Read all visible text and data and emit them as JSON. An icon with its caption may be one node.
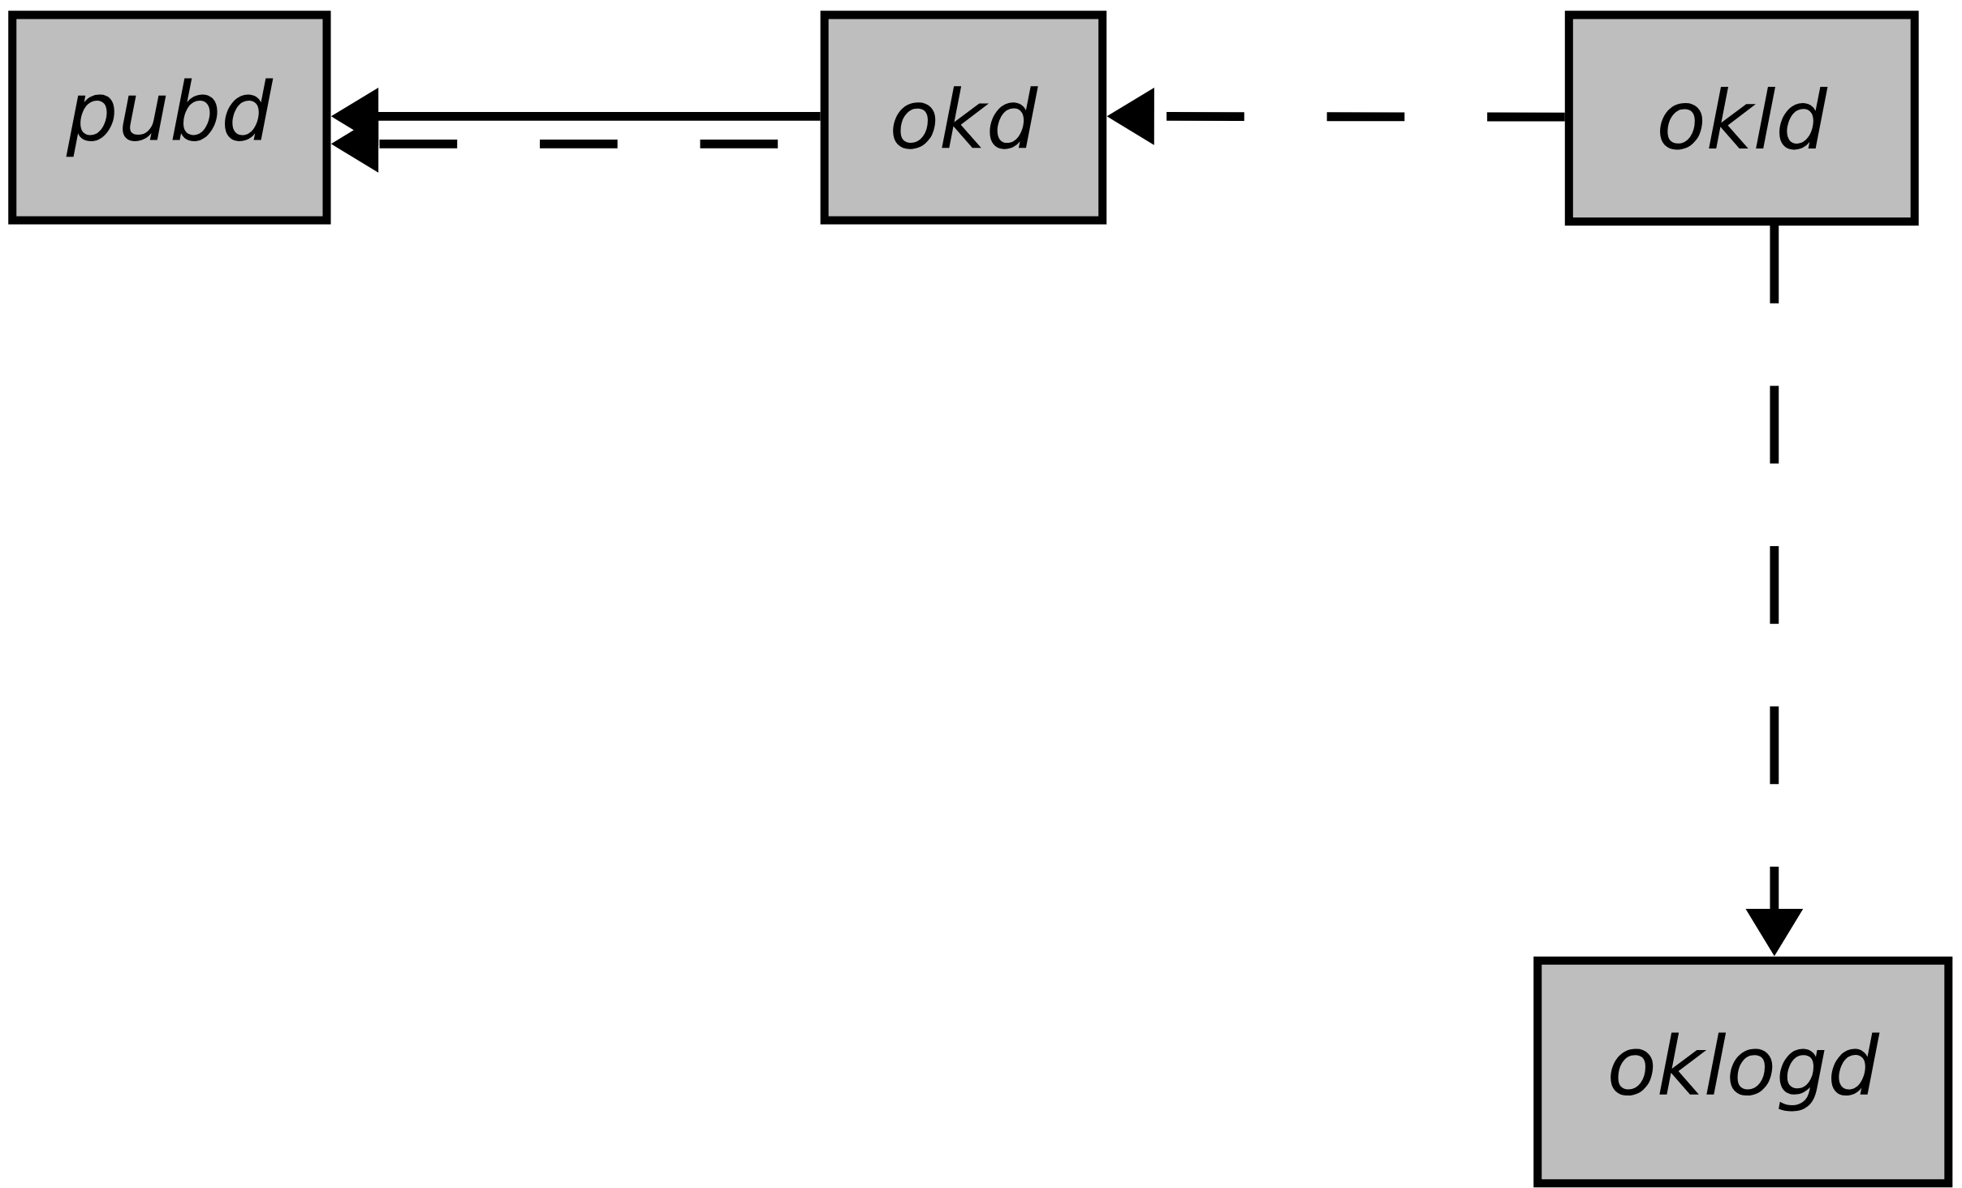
{
  "diagram": {
    "nodes": [
      {
        "text": [
          "pubd"
        ]
      },
      {
        "text": [
          "okd"
        ]
      },
      {
        "text": [
          "okld"
        ]
      },
      {
        "text": [
          "oklogd"
        ]
      }
    ],
    "edges": [
      {
        "from": 1,
        "to": 0,
        "arrow": "to"
      },
      {
        "from": 1,
        "to": 0,
        "arrow": "to",
        "style": "dashed"
      },
      {
        "from": 2,
        "to": 1,
        "arrow": "to",
        "style": "dashed"
      },
      {
        "from": 2,
        "to": 3,
        "arrow": "to",
        "style": "dashed"
      }
    ]
  }
}
